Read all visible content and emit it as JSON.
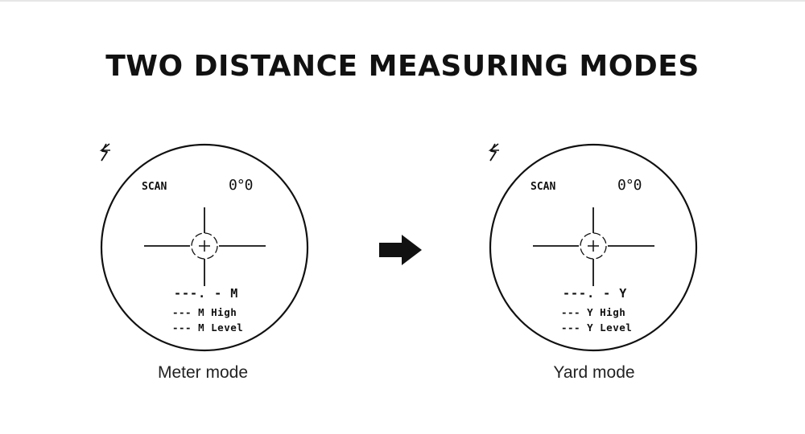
{
  "title": "TWO DISTANCE MEASURING MODES",
  "modes": [
    {
      "caption": "Meter mode",
      "scan_label": "SCAN",
      "angle_value": "0°0",
      "distance_row": "---. - M",
      "high_row": "--- M High",
      "level_row": "--- M Level"
    },
    {
      "caption": "Yard mode",
      "scan_label": "SCAN",
      "angle_value": "0°0",
      "distance_row": "---. - Y",
      "high_row": "--- Y High",
      "level_row": "--- Y Level"
    }
  ],
  "icons": {
    "angle": "angle-icon",
    "bolt": "lightning-icon",
    "arrow": "right-arrow-icon",
    "crosshair": "crosshair-icon"
  },
  "colors": {
    "ink": "#111111",
    "background": "#ffffff"
  }
}
